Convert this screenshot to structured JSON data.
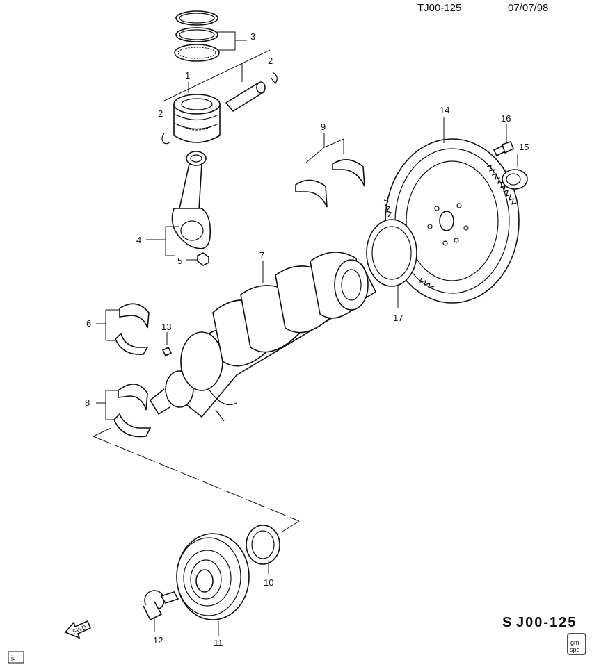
{
  "header": {
    "ref": "TJ00-125",
    "date": "07/07/98"
  },
  "footer": {
    "code": "J00-125",
    "code_mark": "S",
    "corner": "jc",
    "badge_top": "gm",
    "badge_bottom": "spo",
    "fwd": "FWD"
  },
  "callouts": {
    "c1": "1",
    "c2a": "2",
    "c2b": "2",
    "c3": "3",
    "c4": "4",
    "c5": "5",
    "c6": "6",
    "c7": "7",
    "c8": "8",
    "c9": "9",
    "c10": "10",
    "c11": "11",
    "c12": "12",
    "c13": "13",
    "c14": "14",
    "c15": "15",
    "c16": "16",
    "c17": "17"
  }
}
